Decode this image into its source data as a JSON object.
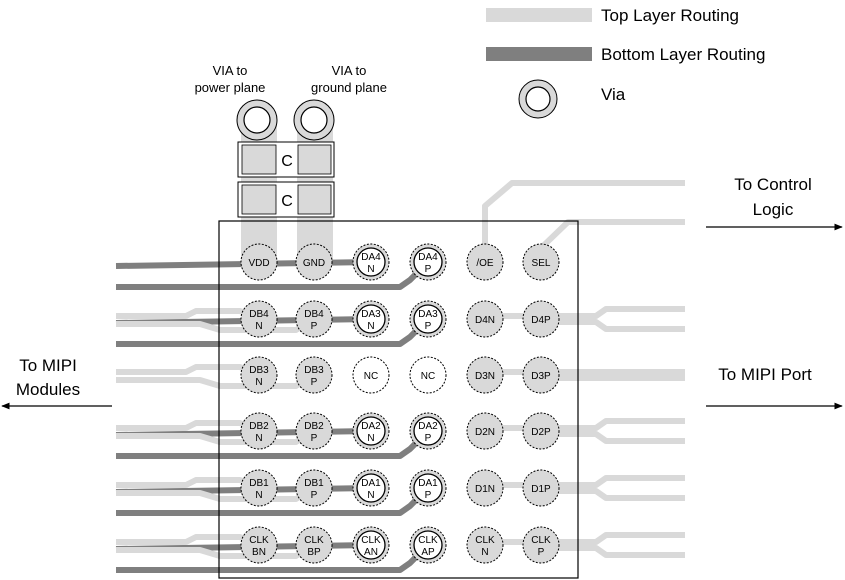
{
  "legend": {
    "top_layer": "Top Layer Routing",
    "bottom_layer": "Bottom Layer Routing",
    "via": "Via"
  },
  "colors": {
    "top_trace": "#d9d9d9",
    "bottom_trace": "#7f7f7f",
    "pad_fill": "#d9d9d9",
    "package_border": "#000000"
  },
  "vias": {
    "power_label": [
      "VIA to",
      "power plane"
    ],
    "ground_label": [
      "VIA to",
      "ground plane"
    ]
  },
  "capacitors": {
    "label": "C"
  },
  "arrows": {
    "control": [
      "To Control",
      "Logic"
    ],
    "mipi_port": "To MIPI Port",
    "mipi_modules": [
      "To MIPI",
      "Modules"
    ]
  },
  "balls": [
    [
      [
        "VDD"
      ],
      [
        "GND"
      ],
      [
        "DA4",
        "N"
      ],
      [
        "DA4",
        "P"
      ],
      [
        "/OE"
      ],
      [
        "SEL"
      ]
    ],
    [
      [
        "DB4",
        "N"
      ],
      [
        "DB4",
        "P"
      ],
      [
        "DA3",
        "N"
      ],
      [
        "DA3",
        "P"
      ],
      [
        "D4N"
      ],
      [
        "D4P"
      ]
    ],
    [
      [
        "DB3",
        "N"
      ],
      [
        "DB3",
        "P"
      ],
      [
        "NC"
      ],
      [
        "NC"
      ],
      [
        "D3N"
      ],
      [
        "D3P"
      ]
    ],
    [
      [
        "DB2",
        "N"
      ],
      [
        "DB2",
        "P"
      ],
      [
        "DA2",
        "N"
      ],
      [
        "DA2",
        "P"
      ],
      [
        "D2N"
      ],
      [
        "D2P"
      ]
    ],
    [
      [
        "DB1",
        "N"
      ],
      [
        "DB1",
        "P"
      ],
      [
        "DA1",
        "N"
      ],
      [
        "DA1",
        "P"
      ],
      [
        "D1N"
      ],
      [
        "D1P"
      ]
    ],
    [
      [
        "CLK",
        "BN"
      ],
      [
        "CLK",
        "BP"
      ],
      [
        "CLK",
        "AN"
      ],
      [
        "CLK",
        "AP"
      ],
      [
        "CLK",
        "N"
      ],
      [
        "CLK",
        "P"
      ]
    ]
  ]
}
